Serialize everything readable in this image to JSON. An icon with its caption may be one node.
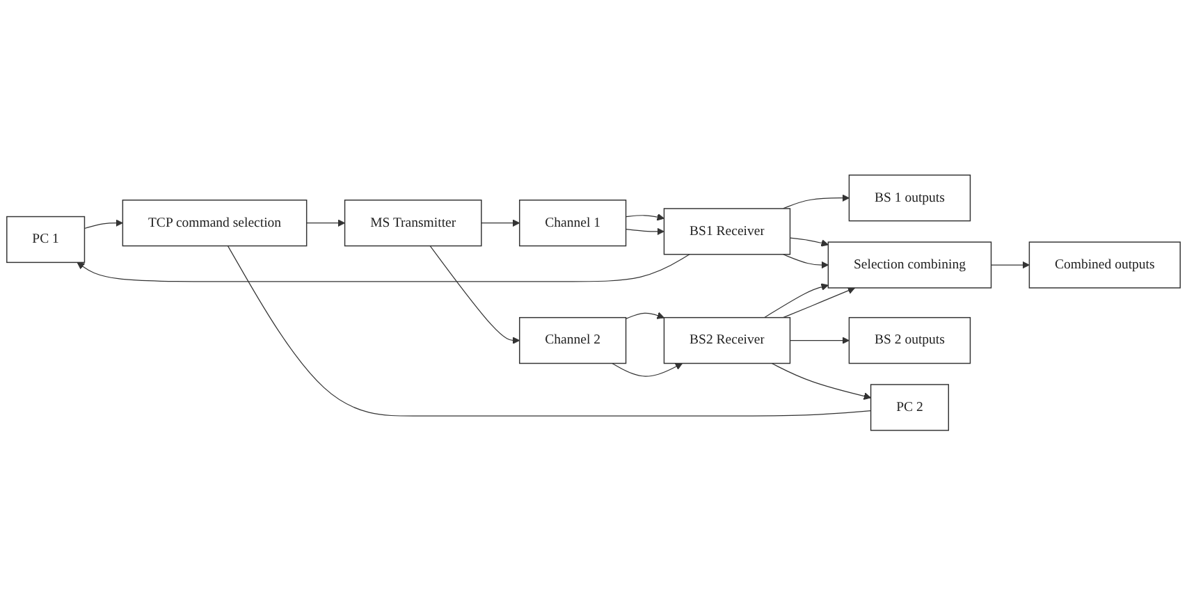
{
  "diagram": {
    "nodes": [
      {
        "text": [
          "PC 1"
        ]
      },
      {
        "text": [
          "Channel 1"
        ]
      },
      {
        "text": [
          "BS1 Receiver"
        ]
      },
      {
        "text": [
          "BS 1 outputs"
        ]
      },
      {
        "text": [
          "MS Transmitter"
        ]
      },
      {
        "text": [
          "Selection combining"
        ]
      },
      {
        "text": [
          "Combined outputs"
        ]
      },
      {
        "text": [
          "Channel 2"
        ]
      },
      {
        "text": [
          "BS2 Receiver"
        ]
      },
      {
        "text": [
          "BS 2 outputs"
        ]
      },
      {
        "text": [
          "TCP command selection"
        ]
      },
      {
        "text": [
          "PC 2"
        ]
      }
    ],
    "edges": [
      {
        "from": 4,
        "to": 1,
        "arrow": "to"
      },
      {
        "from": 4,
        "to": 7,
        "arrow": "to"
      },
      {
        "from": 1,
        "to": 2,
        "arrow": "to"
      },
      {
        "from": 1,
        "to": 2,
        "arrow": "to"
      },
      {
        "from": 7,
        "to": 8,
        "arrow": "to"
      },
      {
        "from": 7,
        "to": 8,
        "arrow": "to"
      },
      {
        "from": 2,
        "to": 3,
        "arrow": "to"
      },
      {
        "from": 2,
        "to": 5,
        "arrow": "to"
      },
      {
        "from": 2,
        "to": 5,
        "arrow": "to"
      },
      {
        "from": 8,
        "to": 5,
        "arrow": "to"
      },
      {
        "from": 8,
        "to": 5,
        "arrow": "to"
      },
      {
        "from": 8,
        "to": 9,
        "arrow": "to"
      },
      {
        "from": 5,
        "to": 6,
        "arrow": "to"
      },
      {
        "from": 2,
        "to": 0,
        "arrow": "to"
      },
      {
        "from": 0,
        "to": 10,
        "arrow": "to"
      },
      {
        "from": 8,
        "to": 11,
        "arrow": "to"
      },
      {
        "from": 11,
        "to": 10,
        "arrow": "none"
      },
      {
        "from": 10,
        "to": 4,
        "arrow": "to"
      }
    ]
  }
}
